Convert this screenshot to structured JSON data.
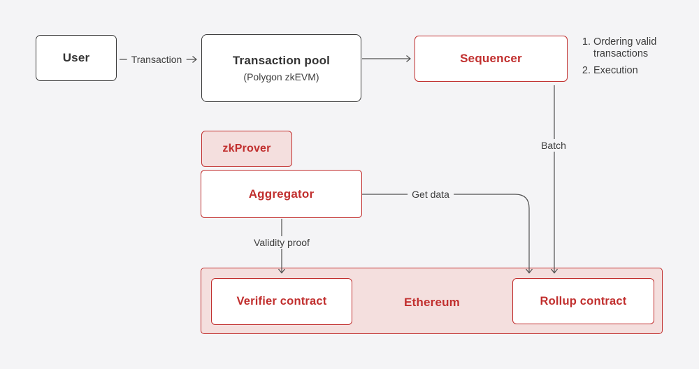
{
  "colors": {
    "red": "#c12f2e",
    "pink_fill": "#f4dfde",
    "dark": "#3a3a3a",
    "background": "#f4f4f6",
    "line": "#4f4f4f"
  },
  "nodes": {
    "user": {
      "label": "User"
    },
    "transaction_pool": {
      "label": "Transaction pool",
      "sublabel": "(Polygon zkEVM)"
    },
    "sequencer": {
      "label": "Sequencer"
    },
    "zkprover": {
      "label": "zkProver"
    },
    "aggregator": {
      "label": "Aggregator"
    },
    "ethereum": {
      "label": "Ethereum"
    },
    "verifier_contract": {
      "label": "Verifier contract"
    },
    "rollup_contract": {
      "label": "Rollup contract"
    }
  },
  "edges": {
    "transaction": {
      "label": "Transaction"
    },
    "batch": {
      "label": "Batch"
    },
    "get_data": {
      "label": "Get data"
    },
    "validity_proof": {
      "label": "Validity proof"
    }
  },
  "annotations": {
    "sequencer_notes": [
      "Ordering valid transactions",
      "Execution"
    ]
  }
}
